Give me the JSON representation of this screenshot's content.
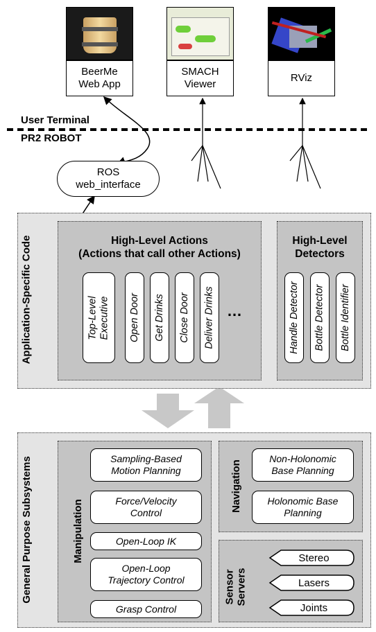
{
  "terminals": [
    {
      "label_line1": "BeerMe",
      "label_line2": "Web App",
      "screen_icon": "beer-bucket-image"
    },
    {
      "label_line1": "SMACH",
      "label_line2": "Viewer",
      "screen_icon": "state-machine-graph-image"
    },
    {
      "label_line1": "RViz",
      "label_line2": "",
      "screen_icon": "3d-visualization-image"
    }
  ],
  "divider": {
    "upper_label": "User Terminal",
    "lower_label": "PR2 ROBOT"
  },
  "ros_node": {
    "line1": "ROS",
    "line2": "web_interface"
  },
  "app_section": {
    "title": "Application-Specific Code",
    "actions": {
      "title_line1": "High-Level Actions",
      "title_line2": "(Actions that call other Actions)",
      "items": [
        {
          "line1": "Top-Level",
          "line2": "Executive"
        },
        {
          "line1": "Open Door",
          "line2": ""
        },
        {
          "line1": "Get Drinks",
          "line2": ""
        },
        {
          "line1": "Close Door",
          "line2": ""
        },
        {
          "line1": "Deliver Drinks",
          "line2": ""
        }
      ],
      "ellipsis": "…"
    },
    "detectors": {
      "title_line1": "High-Level",
      "title_line2": "Detectors",
      "items": [
        "Handle Detector",
        "Bottle Detector",
        "Bottle Identifier"
      ]
    }
  },
  "general_section": {
    "title": "General Purpose Subsystems",
    "manipulation": {
      "title": "Manipulation",
      "items": [
        {
          "line1": "Sampling-Based",
          "line2": "Motion Planning"
        },
        {
          "line1": "Force/Velocity",
          "line2": "Control"
        },
        {
          "line1": "Open-Loop IK",
          "line2": ""
        },
        {
          "line1": "Open-Loop",
          "line2": "Trajectory Control"
        },
        {
          "line1": "Grasp Control",
          "line2": ""
        }
      ]
    },
    "navigation": {
      "title": "Navigation",
      "items": [
        {
          "line1": "Non-Holonomic",
          "line2": "Base Planning"
        },
        {
          "line1": "Holonomic Base",
          "line2": "Planning"
        }
      ]
    },
    "sensors": {
      "title_line1": "Sensor",
      "title_line2": "Servers",
      "items": [
        "Stereo",
        "Lasers",
        "Joints"
      ]
    }
  },
  "colors": {
    "panel_outer": "#e4e4e4",
    "panel_inner": "#c4c4c4",
    "arrow": "#c8c8c8"
  }
}
